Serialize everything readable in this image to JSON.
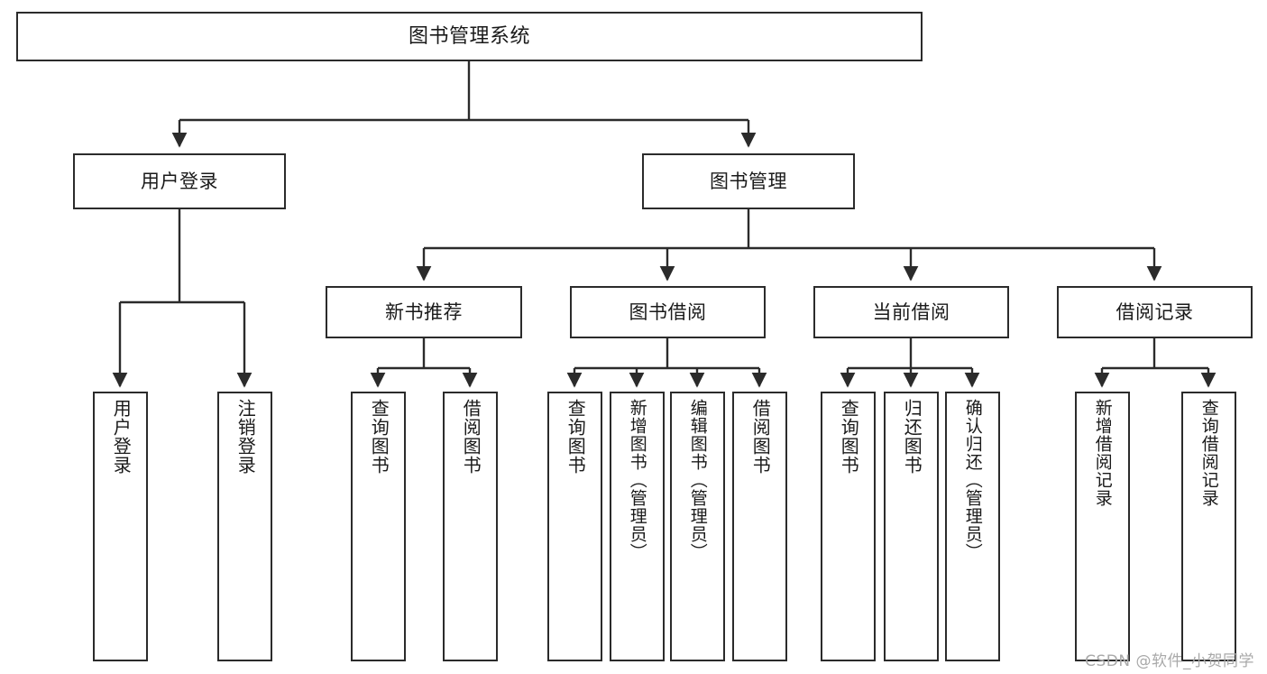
{
  "diagram": {
    "type": "tree-hierarchy-flowchart",
    "title": "图书管理系统",
    "levels": {
      "root": {
        "label": "图书管理系统"
      },
      "level2": [
        {
          "label": "用户登录"
        },
        {
          "label": "图书管理"
        }
      ],
      "level3": [
        {
          "label": "新书推荐"
        },
        {
          "label": "图书借阅"
        },
        {
          "label": "当前借阅"
        },
        {
          "label": "借阅记录"
        }
      ],
      "leaves": {
        "user_login": [
          {
            "label": "用户登录"
          },
          {
            "label": "注销登录"
          }
        ],
        "new_book_recommend": [
          {
            "label": "查询图书"
          },
          {
            "label": "借阅图书"
          }
        ],
        "book_borrow": [
          {
            "label": "查询图书"
          },
          {
            "label": "新增图书（管理员）"
          },
          {
            "label": "编辑图书（管理员）"
          },
          {
            "label": "借阅图书"
          }
        ],
        "current_borrow": [
          {
            "label": "查询图书"
          },
          {
            "label": "归还图书"
          },
          {
            "label": "确认归还（管理员）"
          }
        ],
        "borrow_record": [
          {
            "label": "新增借阅记录"
          },
          {
            "label": "查询借阅记录"
          }
        ]
      }
    }
  },
  "watermark": {
    "text": "CSDN @软件_小贺同学"
  },
  "colors": {
    "stroke": "#2b2b2b",
    "node_fill": "#ffffff",
    "text": "#1a1a1a",
    "background": "#ffffff",
    "watermark": "#a9a9a9"
  }
}
